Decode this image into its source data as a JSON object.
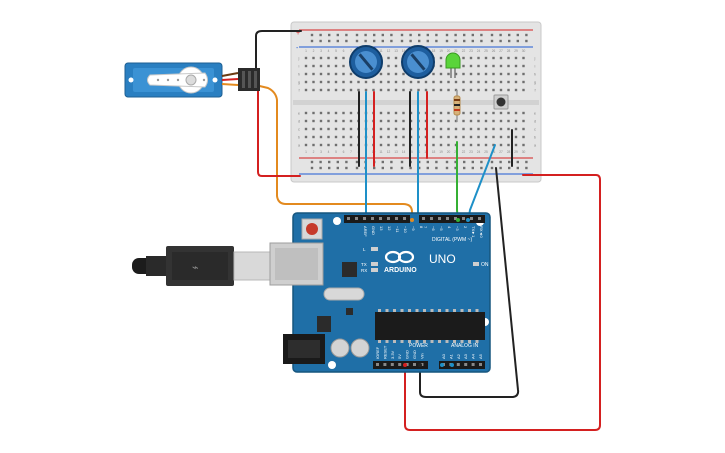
{
  "board": {
    "brand": "ARDUINO",
    "model": "UNO",
    "on_label": "ON",
    "digital_label": "DIGITAL (PWM ~)",
    "analog_label": "ANALOG IN",
    "power_label": "POWER",
    "aref_label": "AREF",
    "gnd_label": "GND",
    "tx_label": "TX",
    "rx_label": "RX",
    "l_label": "L",
    "digital_pins": [
      "13",
      "12",
      "~11",
      "~10",
      "~9",
      "8",
      "7",
      "~6",
      "~5",
      "4",
      "~3",
      "2",
      "TX►1",
      "RX◄0"
    ],
    "power_pins": [
      "IOREF",
      "RESET",
      "3.3V",
      "5V",
      "GND",
      "GND",
      "Vin"
    ],
    "analog_pins": [
      "A0",
      "A1",
      "A2",
      "A3",
      "A4",
      "A5"
    ]
  },
  "breadboard": {
    "row_letters_top": [
      "j",
      "i",
      "h",
      "g",
      "f"
    ],
    "row_letters_bottom": [
      "e",
      "d",
      "c",
      "b",
      "a"
    ],
    "plus_sign": "+",
    "minus_sign": "-",
    "column_numbers": [
      "1",
      "2",
      "3",
      "4",
      "5",
      "6",
      "7",
      "8",
      "9",
      "10",
      "11",
      "12",
      "13",
      "14",
      "15",
      "16",
      "17",
      "18",
      "19",
      "20",
      "21",
      "22",
      "23",
      "24",
      "25",
      "26",
      "27",
      "28",
      "29",
      "30"
    ]
  },
  "colors": {
    "board": "#1f6fa7",
    "breadboard": "#e6e6e6",
    "wire_black": "#222222",
    "wire_red": "#d42020",
    "wire_blue": "#1e90c8",
    "wire_orange": "#e38a1f",
    "wire_green": "#35b034",
    "servo": "#2a7fc1",
    "pot": "#1e5e9e",
    "led": "#5ad43a"
  },
  "icons": [
    "usb-cable-icon",
    "servo-icon",
    "potentiometer-icon",
    "led-icon",
    "resistor-icon",
    "pushbutton-icon"
  ]
}
